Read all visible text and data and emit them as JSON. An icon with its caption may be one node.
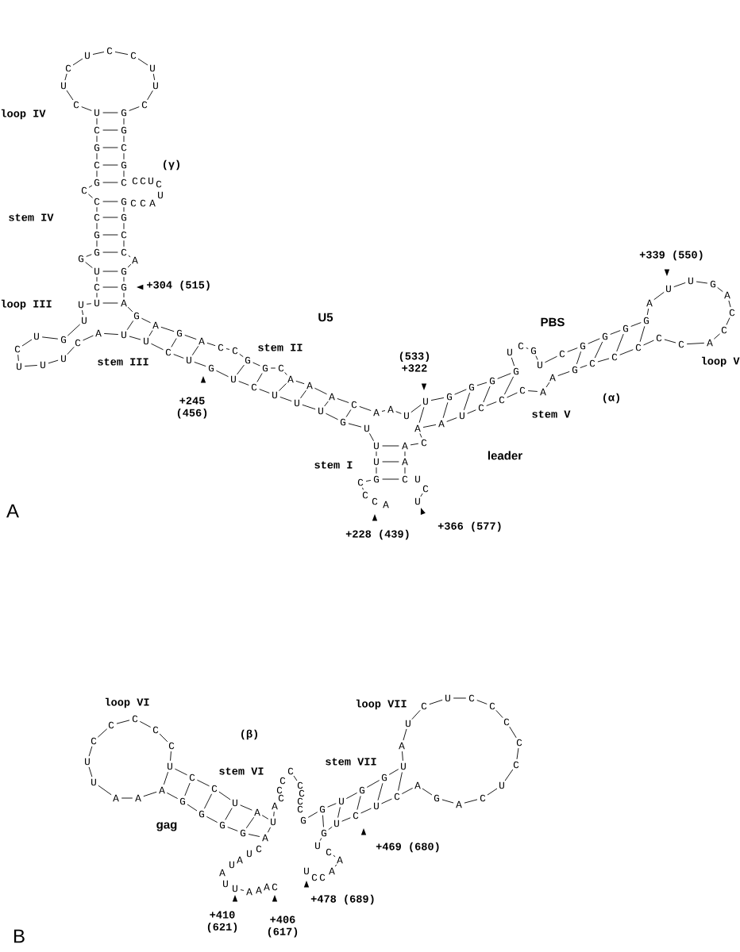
{
  "diagram": {
    "labels": [
      "loop IV",
      "(γ)",
      "stem IV",
      "+304 (515)",
      "loop III",
      "U5",
      "stem III",
      "stem II",
      "+245 (456)",
      "(533) +322",
      "PBS",
      "+339 (550)",
      "loop V",
      "(α)",
      "stem V",
      "leader",
      "stem I",
      "+228 (439)",
      "+366 (577)",
      "A",
      "loop VI",
      "(β)",
      "stem VI",
      "gag",
      "loop VII",
      "stem VII",
      "+469 (680)",
      "+478 (689)",
      "+410 (621)",
      "+406 (617)",
      "B",
      "A",
      "C",
      "C",
      "C",
      "G",
      "U",
      "U",
      "U",
      "G",
      "U",
      "U",
      "U",
      "C",
      "U",
      "G",
      "U",
      "C",
      "U",
      "U",
      "A",
      "C",
      "U",
      "U",
      "U",
      "C",
      "U",
      "G",
      "U",
      "U",
      "U",
      "C",
      "U",
      "G",
      "G",
      "G",
      "C",
      "C",
      "C",
      "G",
      "C",
      "G",
      "C",
      "U",
      "C",
      "U",
      "C",
      "U",
      "C",
      "C",
      "U",
      "U",
      "C",
      "G",
      "G",
      "C",
      "G",
      "C",
      "C",
      "C",
      "U",
      "C",
      "U",
      "A",
      "C",
      "C",
      "G",
      "G",
      "C",
      "C",
      "A",
      "G",
      "G",
      "A",
      "G",
      "A",
      "G",
      "A",
      "C",
      "C",
      "G",
      "G",
      "C",
      "A",
      "A",
      "A",
      "C",
      "A",
      "A",
      "U",
      "U",
      "G",
      "G",
      "G",
      "G",
      "U",
      "C",
      "G",
      "U",
      "C",
      "G",
      "G",
      "G",
      "G",
      "A",
      "U",
      "U",
      "G",
      "A",
      "C",
      "C",
      "A",
      "C",
      "C",
      "C",
      "C",
      "C",
      "G",
      "A",
      "A",
      "C",
      "C",
      "C",
      "U",
      "A",
      "A",
      "C",
      "A",
      "A",
      "C",
      "U",
      "C",
      "U",
      "C",
      "A",
      "A",
      "A",
      "U",
      "U",
      "A",
      "U",
      "A",
      "U",
      "C",
      "A",
      "G",
      "G",
      "G",
      "G",
      "A",
      "A",
      "A",
      "U",
      "U",
      "C",
      "C",
      "C",
      "C",
      "C",
      "U",
      "C",
      "C",
      "U",
      "A",
      "U",
      "A",
      "C",
      "C",
      "C",
      "C",
      "C",
      "C",
      "C",
      "C",
      "G",
      "G",
      "U",
      "G",
      "G",
      "U",
      "A",
      "U",
      "C",
      "U",
      "C",
      "C",
      "C",
      "C",
      "C",
      "U",
      "C",
      "A",
      "G",
      "A",
      "C",
      "U",
      "C",
      "U",
      "G",
      "U",
      "C",
      "A",
      "A",
      "C",
      "C",
      "U"
    ]
  }
}
